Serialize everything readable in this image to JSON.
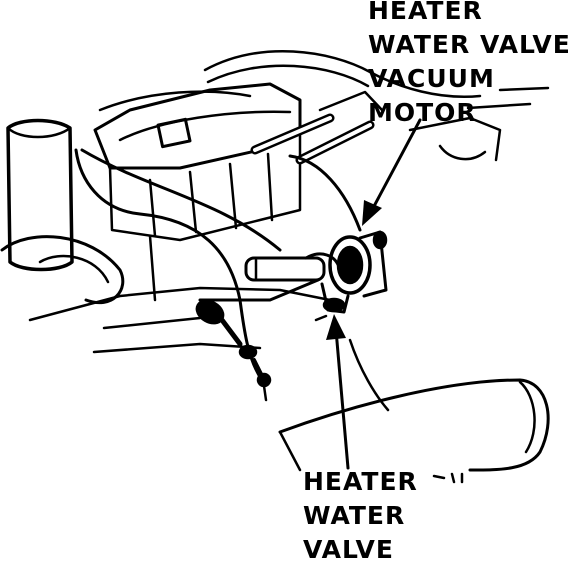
{
  "labels": {
    "vacuum_motor": [
      "HEATER",
      "WATER VALVE",
      "VACUUM",
      "MOTOR"
    ],
    "water_valve": [
      "HEATER",
      "WATER",
      "VALVE"
    ]
  },
  "colors": {
    "ink": "#000000",
    "paper": "#ffffff"
  }
}
